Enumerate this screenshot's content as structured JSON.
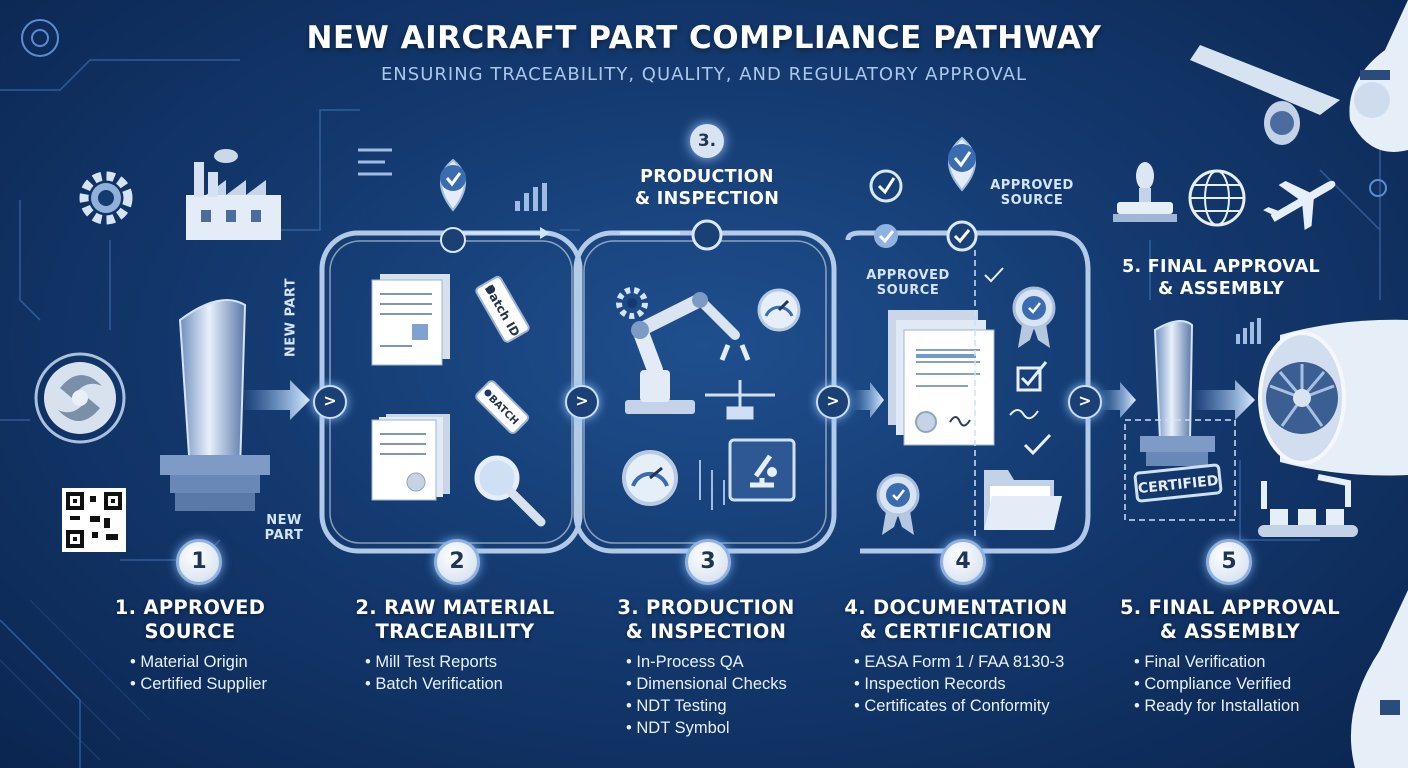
{
  "header": {
    "title": "NEW AIRCRAFT PART COMPLIANCE PATHWAY",
    "subtitle": "ENSURING TRACEABILITY, QUALITY, AND REGULATORY APPROVAL"
  },
  "stages": [
    {
      "number": "1",
      "title_lines": [
        "1. APPROVED",
        "SOURCE"
      ],
      "bullets": [
        "Material Origin",
        "Certified Supplier"
      ]
    },
    {
      "number": "2",
      "title_lines": [
        "2. RAW MATERIAL",
        "TRACEABILITY"
      ],
      "bullets": [
        "Mill Test Reports",
        "Batch Verification"
      ]
    },
    {
      "number": "3",
      "title_lines": [
        "3. PRODUCTION",
        "& INSPECTION"
      ],
      "bullets": [
        "In-Process QA",
        "Dimensional Checks",
        "NDT Testing",
        "NDT Symbol"
      ]
    },
    {
      "number": "4",
      "title_lines": [
        "4. DOCUMENTATION",
        "& CERTIFICATION"
      ],
      "bullets": [
        "EASA Form 1 / FAA 8130-3",
        "Inspection Records",
        "Certificates of Conformity"
      ]
    },
    {
      "number": "5",
      "title_lines": [
        "5. FINAL APPROVAL",
        "& ASSEMBLY"
      ],
      "bullets": [
        "Final Verification",
        "Compliance Verified",
        "Ready for Installation"
      ]
    }
  ],
  "diagram_labels": {
    "production_top_number": "3.",
    "production_top_lines": [
      "PRODUCTION",
      "& INSPECTION"
    ],
    "final_top_lines": [
      "5. FINAL APPROVAL",
      "& ASSEMBLY"
    ],
    "new_part_vertical": "NEW PART",
    "new_part_lines": [
      "NEW",
      "PART"
    ],
    "approved_source_top": [
      "APPROVED",
      "SOURCE"
    ],
    "approved_source_mid": [
      "APPROVED",
      "SOURCE"
    ],
    "batch_id_tag": "Batch ID",
    "batch_tag": "BATCH",
    "certified_stamp": "CERTIFIED",
    "chevron": ">"
  },
  "icons": [
    "gear-icon",
    "factory-icon",
    "turbine-blade-icon",
    "swirl-logo-icon",
    "qr-code-icon",
    "location-pin-check-icon",
    "document-icon",
    "magnifier-icon",
    "robot-arm-icon",
    "gauge-icon",
    "microscope-icon",
    "certificate-icon",
    "badge-icon",
    "folder-icon",
    "stamp-icon",
    "globe-icon",
    "airplane-icon",
    "jet-engine-icon"
  ],
  "colors": {
    "background": "#143a70",
    "accent": "#8fc0ff",
    "text": "#ffffff"
  }
}
